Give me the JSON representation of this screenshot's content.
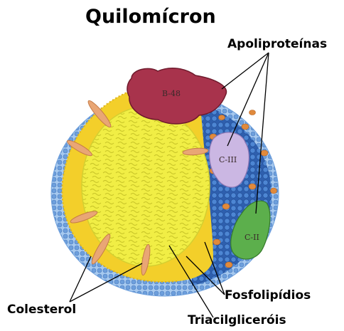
{
  "title": "Quilomícron",
  "labels": {
    "apoproteins": "Apoliproteínas",
    "cholesterol": "Colesterol",
    "phospholipids": "Fosfolipídios",
    "triglycerides": "Triacilgliceróis"
  },
  "protein_tags": {
    "b48": "B-48",
    "c3": "C-III",
    "c2": "C-II"
  },
  "colors": {
    "core_yellow": "#f2ef3a",
    "shell_yellow": "#f0d030",
    "outer_blue": "#8fb8e6",
    "inner_blue": "#3f78c8",
    "b48": "#a8304a",
    "c3": "#c9b4e0",
    "c2": "#5cae4a",
    "cholesterol": "#e8a574",
    "small_spots": "#e08a3c"
  }
}
